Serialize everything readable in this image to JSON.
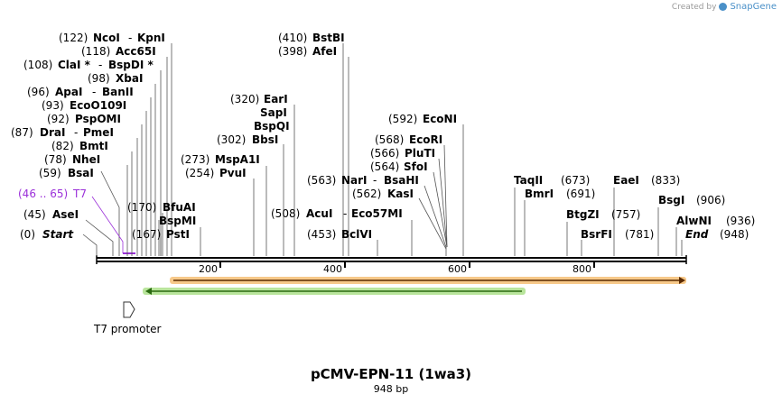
{
  "credit": {
    "prefix": "Created by",
    "brand": "SnapGene"
  },
  "title": "pCMV-EPN-11 (1wa3)",
  "subtitle": "948 bp",
  "ticks": [
    {
      "bp": 200,
      "label": "200"
    },
    {
      "bp": 400,
      "label": "400"
    },
    {
      "bp": 600,
      "label": "600"
    },
    {
      "bp": 800,
      "label": "800"
    }
  ],
  "features": [
    {
      "name": "T7",
      "pos": "(46 .. 65)",
      "color": "#9b30d9"
    },
    {
      "name": "T7 promoter"
    }
  ],
  "sites": [
    {
      "pos": "(122)",
      "name": "NcoI",
      "sep": "-",
      "name2": "KpnI"
    },
    {
      "pos": "(118)",
      "name": "Acc65I"
    },
    {
      "pos": "(108)",
      "name": "ClaI *",
      "sep": "-",
      "name2": "BspDI *"
    },
    {
      "pos": "(98)",
      "name": "XbaI"
    },
    {
      "pos": "(96)",
      "name": "ApaI",
      "sep": "-",
      "name2": "BanII"
    },
    {
      "pos": "(93)",
      "name": "EcoO109I"
    },
    {
      "pos": "(92)",
      "name": "PspOMI"
    },
    {
      "pos": "(87)",
      "name": "DraI",
      "sep": "-",
      "name2": "PmeI"
    },
    {
      "pos": "(82)",
      "name": "BmtI"
    },
    {
      "pos": "(78)",
      "name": "NheI"
    },
    {
      "pos": "(59)",
      "name": "BsaI"
    },
    {
      "pos": "(45)",
      "name": "AseI"
    },
    {
      "pos": "(0)",
      "name": "Start"
    },
    {
      "pos": "(170)",
      "name": "BfuAI"
    },
    {
      "pos": "",
      "name": "BspMI"
    },
    {
      "pos": "(167)",
      "name": "PstI"
    },
    {
      "pos": "(410)",
      "name": "BstBI"
    },
    {
      "pos": "(398)",
      "name": "AfeI"
    },
    {
      "pos": "(320)",
      "name": "EarI"
    },
    {
      "pos": "",
      "name": "SapI"
    },
    {
      "pos": "",
      "name": "BspQI"
    },
    {
      "pos": "(302)",
      "name": "BbsI"
    },
    {
      "pos": "(273)",
      "name": "MspA1I"
    },
    {
      "pos": "(254)",
      "name": "PvuI"
    },
    {
      "pos": "(563)",
      "name": "NarI",
      "sep": "-",
      "name2": "BsaHI"
    },
    {
      "pos": "(562)",
      "name": "KasI"
    },
    {
      "pos": "(508)",
      "name": "AcuI",
      "sep": "-",
      "name2": "Eco57MI"
    },
    {
      "pos": "(453)",
      "name": "BclVI"
    },
    {
      "pos": "(592)",
      "name": "EcoNI"
    },
    {
      "pos": "(568)",
      "name": "EcoRI"
    },
    {
      "pos": "(566)",
      "name": "PluTI"
    },
    {
      "pos": "(564)",
      "name": "SfoI"
    },
    {
      "pos": "(673)",
      "name": "TaqII"
    },
    {
      "pos": "(691)",
      "name": "BmrI"
    },
    {
      "pos": "(757)",
      "name": "BtgZI"
    },
    {
      "pos": "(781)",
      "name": "BsrFI"
    },
    {
      "pos": "(833)",
      "name": "EaeI"
    },
    {
      "pos": "(906)",
      "name": "BsgI"
    },
    {
      "pos": "(936)",
      "name": "AlwNI"
    },
    {
      "pos": "(948)",
      "name": "End"
    }
  ]
}
